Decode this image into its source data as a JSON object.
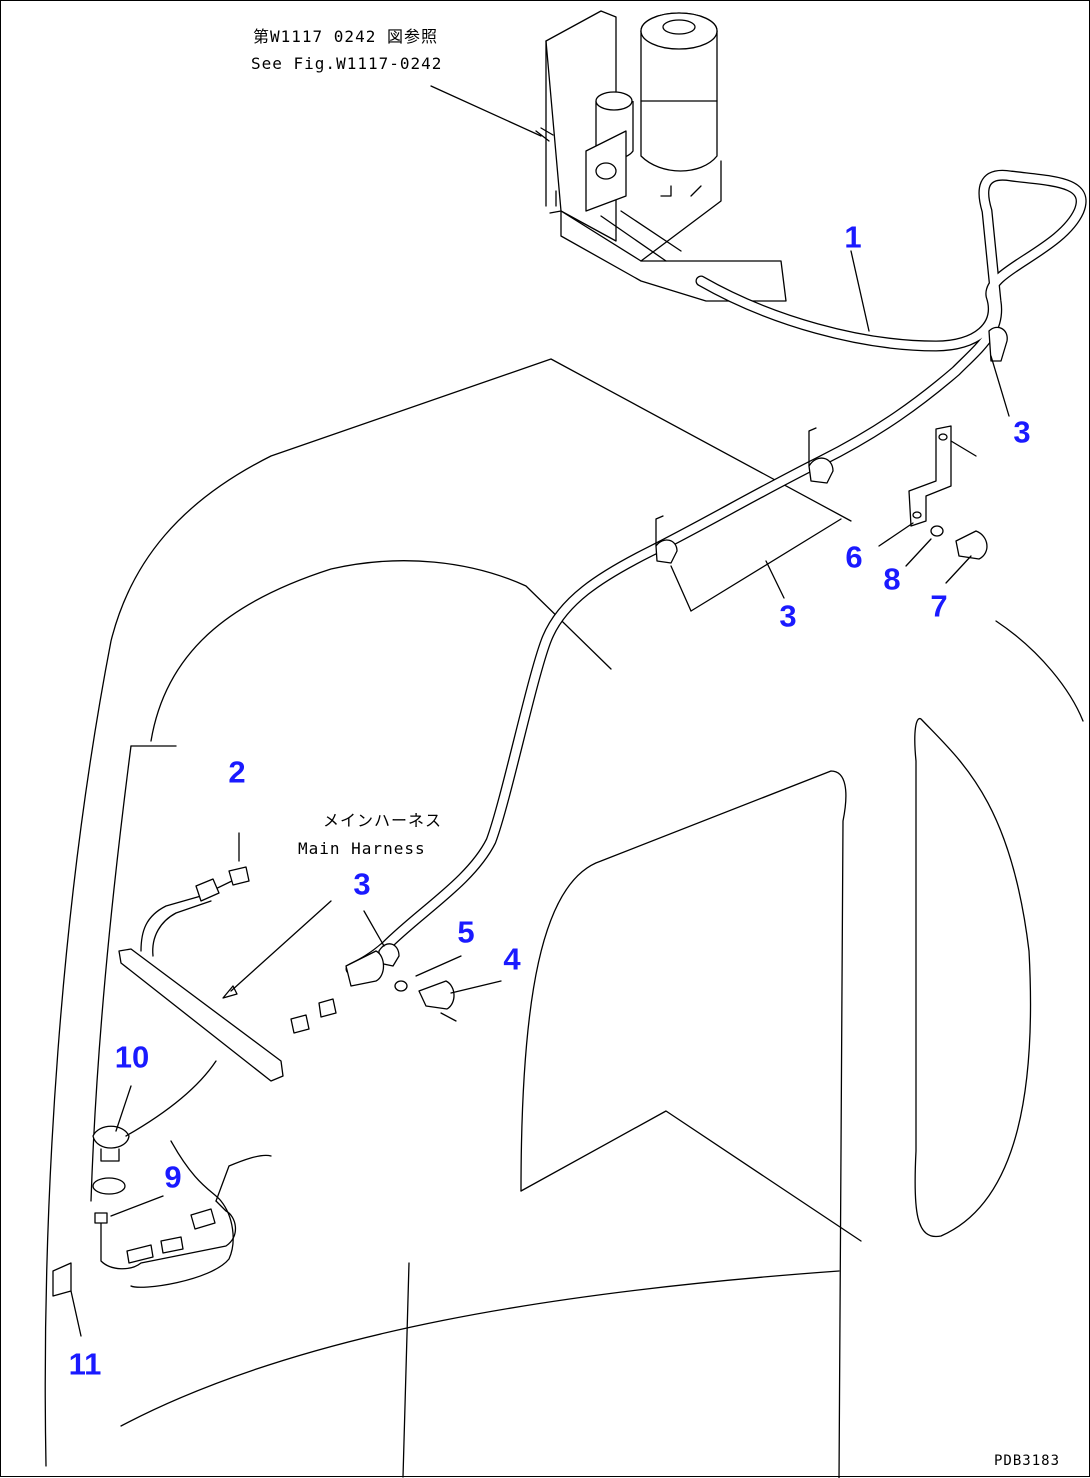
{
  "references": {
    "fig_ref_jp": "第W1117 0242 図参照",
    "fig_ref_en": "See Fig.W1117-0242",
    "harness_jp": "メインハーネス",
    "harness_en": "Main Harness"
  },
  "callouts": {
    "n1": "1",
    "n2": "2",
    "n3a": "3",
    "n3b": "3",
    "n3c": "3",
    "n4": "4",
    "n5": "5",
    "n6": "6",
    "n7": "7",
    "n8": "8",
    "n9": "9",
    "n10": "10",
    "n11": "11"
  },
  "drawing_code": "PDB3183",
  "colors": {
    "callout": "#1a1aff",
    "line": "#000000"
  }
}
